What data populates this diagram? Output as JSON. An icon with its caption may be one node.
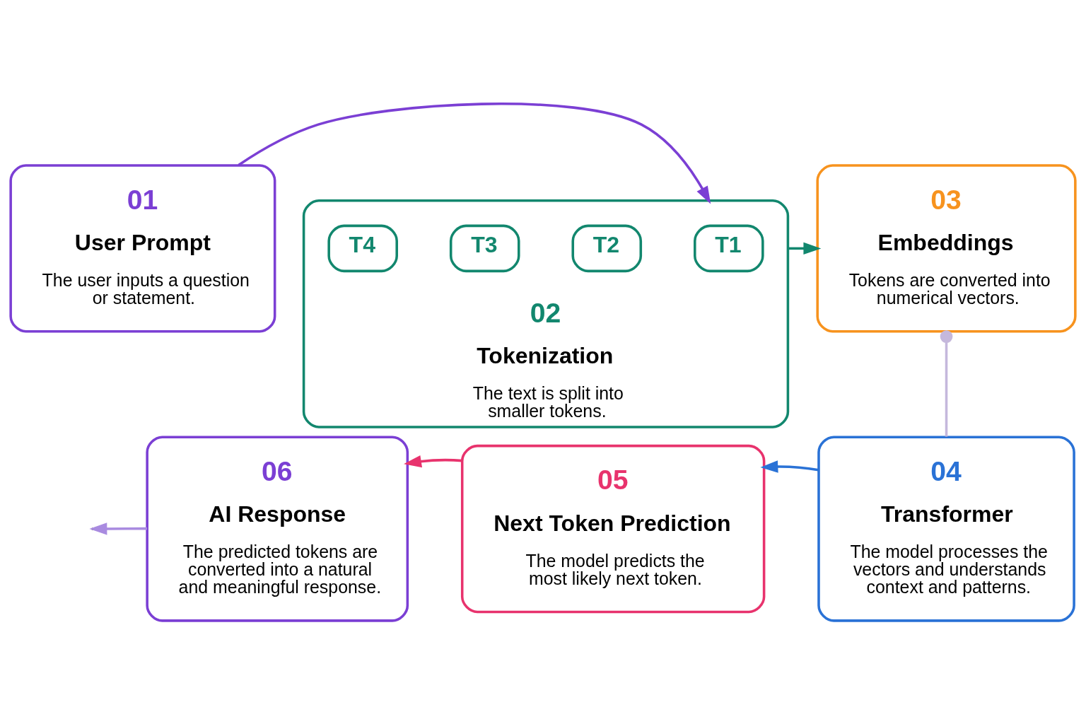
{
  "diagram": {
    "nodes": [
      {
        "text": [
          "01",
          "User Prompt",
          "The user inputs a question or statement."
        ]
      },
      {
        "text": [
          "02",
          "Tokenization",
          "The text is split into smaller tokens."
        ]
      },
      {
        "text": [
          "T1"
        ],
        "in": 1
      },
      {
        "text": [
          "T2"
        ],
        "in": 1
      },
      {
        "text": [
          "T3"
        ],
        "in": 1
      },
      {
        "text": [
          "T4"
        ],
        "in": 1
      },
      {
        "text": [
          "03",
          "Embeddings",
          "Tokens are converted into numerical vectors."
        ]
      },
      {
        "text": [
          "04",
          "Transformer",
          "The model processes the vectors and understands context and patterns."
        ]
      },
      {
        "text": [
          "05",
          "Next Token Prediction",
          "The model predicts the most likely next token."
        ]
      },
      {
        "text": [
          "06",
          "AI Response",
          "The predicted tokens are converted into a natural and meaningful response."
        ]
      }
    ],
    "edges": [
      {
        "from": 0,
        "to": 1,
        "arrow": "to",
        "color": "#7b3fd4"
      },
      {
        "from": 1,
        "to": 6,
        "arrow": "to",
        "color": "#12876e"
      },
      {
        "from": 6,
        "to": 7,
        "arrow": "other",
        "color": "#c5b8dc"
      },
      {
        "from": 7,
        "to": 8,
        "arrow": "to",
        "color": "#2a72d6"
      },
      {
        "from": 8,
        "to": 9,
        "arrow": "to",
        "color": "#e8336d"
      },
      {
        "from": 9,
        "to": null,
        "arrow": "to",
        "color": "#a98be0"
      }
    ]
  }
}
